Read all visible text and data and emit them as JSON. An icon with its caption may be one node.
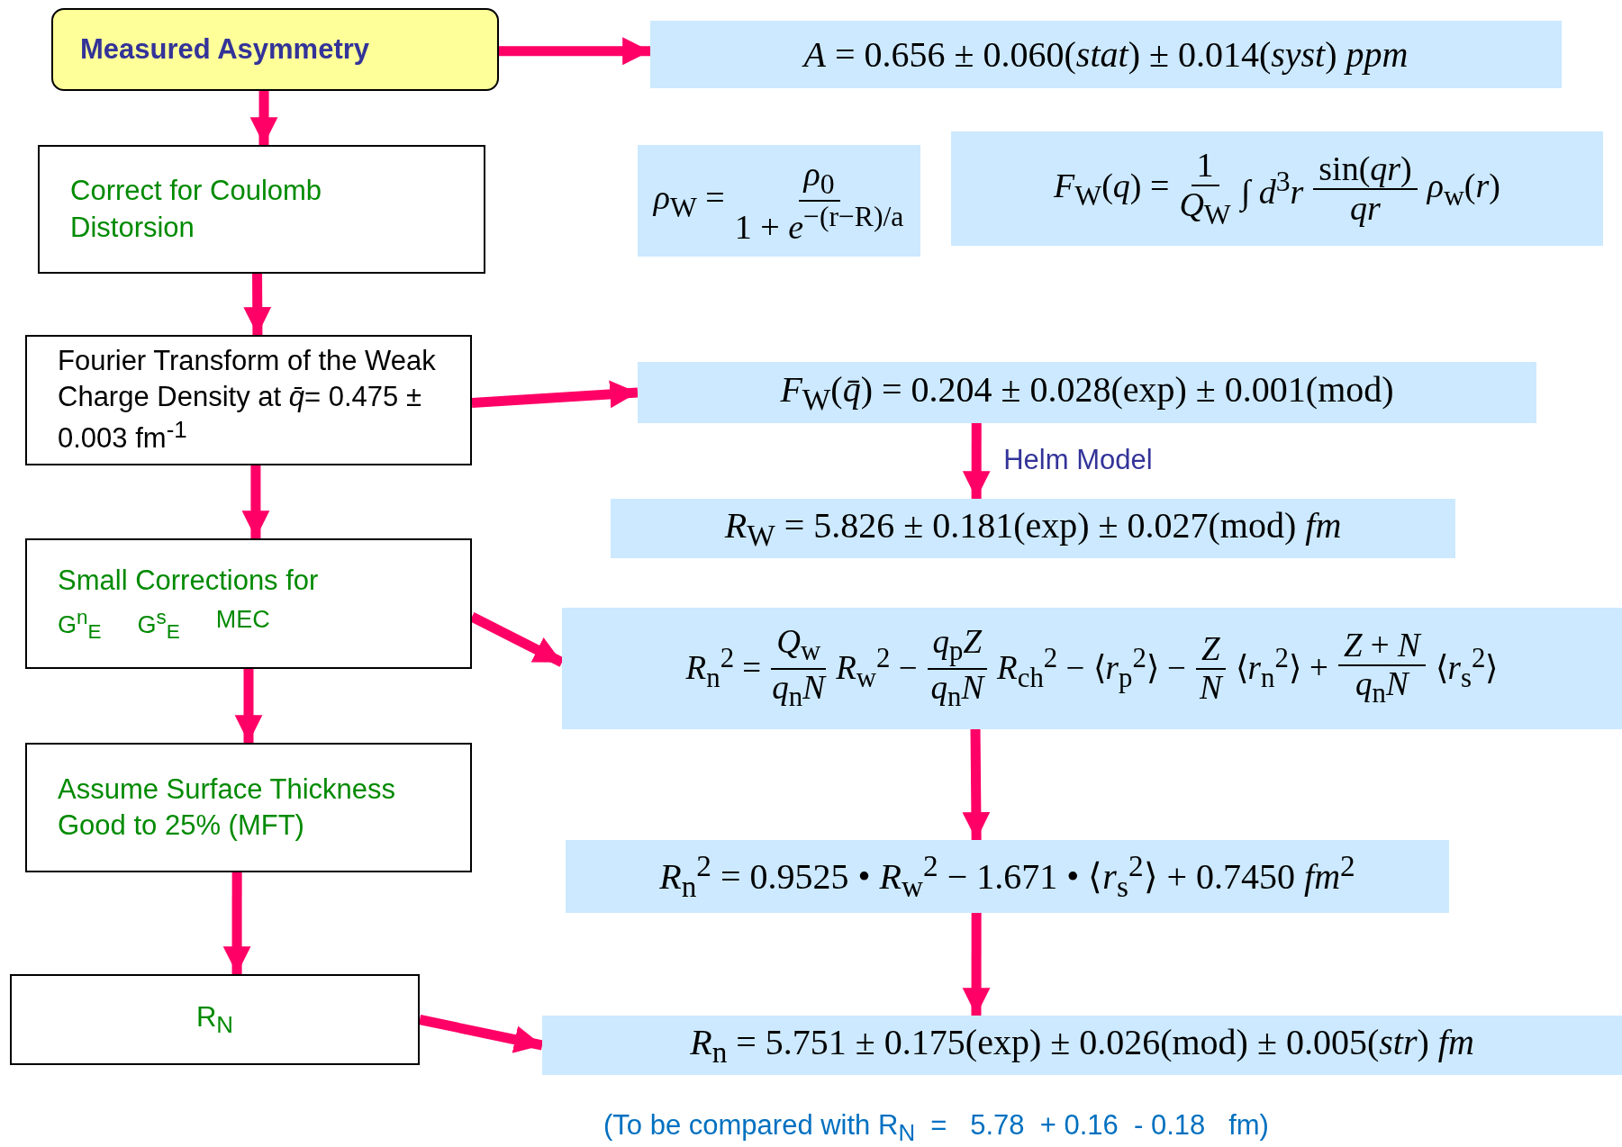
{
  "diagram": {
    "nodes": [
      {
        "text": [
          "Measured  Asymmetry"
        ]
      },
      {
        "text": [
          "Correct for Coulomb Distorsion"
        ]
      },
      {
        "text": [
          "Fourier Transform of the Weak Charge Density at *q̄*= 0.475 ± 0.003 fm$^{-1}$"
        ]
      },
      {
        "text": [
          "Small Corrections for",
          "G$^{n}$$_{E}$",
          "G$^{s}$$_{E}$",
          "MEC"
        ]
      },
      {
        "text": [
          "Assume Surface Thickness Good to 25% (MFT)"
        ]
      },
      {
        "text": [
          "R$_{N}$"
        ]
      },
      {
        "text": [
          "*A* = 0.656 ± 0.060(*stat*) ± 0.014(*syst*) *ppm*"
        ]
      },
      {
        "text": [
          "*ρ*$_{W}$ =",
          "*ρ*$_{0}$",
          "1 + *e*$^{−(r−R)/a}$"
        ]
      },
      {
        "text": [
          "*F*$_{W}$(*q*) =",
          "1",
          "*Q*$_{W}$",
          "∫ *d*$^{3}$*r*",
          "sin(*qr*)",
          "*qr*",
          "*ρ*$_{w}$(*r*)"
        ]
      },
      {
        "text": [
          "*F*$_{W}$(*q̄*) = 0.204 ± 0.028(exp) ± 0.001(mod)"
        ]
      },
      {
        "text": [
          "*R*$_{W}$ = 5.826 ± 0.181(exp) ± 0.027(mod) *fm*"
        ]
      },
      {
        "text": [
          "*R*$_{n}$$^{2}$ =",
          "*Q*$_{w}$",
          "*q*$_{n}$*N*",
          "*R*$_{w}$$^{2}$ −",
          "*q*$_{p}$*Z*",
          "*q*$_{n}$*N*",
          "*R*$_{ch}$$^{2}$ − ⟨*r*$_{p}$$^{2}$⟩ −",
          "*Z*",
          "*N*",
          "⟨*r*$_{n}$$^{2}$⟩ +",
          "*Z* + *N*",
          "*q*$_{n}$*N*",
          "⟨*r*$_{s}$$^{2}$⟩"
        ]
      },
      {
        "text": [
          "*R*$_{n}$$^{2}$ = 0.9525 • *R*$_{w}$$^{2}$ − 1.671 • ⟨*r*$_{s}$$^{2}$⟩ + 0.7450 *fm*$^{2}$"
        ]
      },
      {
        "text": [
          "*R*$_{n}$ = 5.751 ± 0.175(exp) ± 0.026(mod) ± 0.005(*str*) *fm*"
        ]
      }
    ],
    "edges": [
      {
        "from": 0,
        "to": 1,
        "arrow": "to"
      },
      {
        "from": 1,
        "to": 2,
        "arrow": "to"
      },
      {
        "from": 2,
        "to": 3,
        "arrow": "to"
      },
      {
        "from": 3,
        "to": 4,
        "arrow": "to"
      },
      {
        "from": 4,
        "to": 5,
        "arrow": "to"
      },
      {
        "from": 0,
        "to": 6,
        "arrow": "to"
      },
      {
        "from": 2,
        "to": 9,
        "arrow": "to"
      },
      {
        "from": 9,
        "to": 10,
        "arrow": "to",
        "label": "Helm Model"
      },
      {
        "from": 3,
        "to": 11,
        "arrow": "to"
      },
      {
        "from": 11,
        "to": 12,
        "arrow": "to"
      },
      {
        "from": 12,
        "to": 13,
        "arrow": "to"
      },
      {
        "from": 5,
        "to": 13,
        "arrow": "to"
      }
    ],
    "labels": [
      "(To be compared with R$_{N}$  =   5.78  + 0.16  - 0.18   fm)"
    ]
  }
}
